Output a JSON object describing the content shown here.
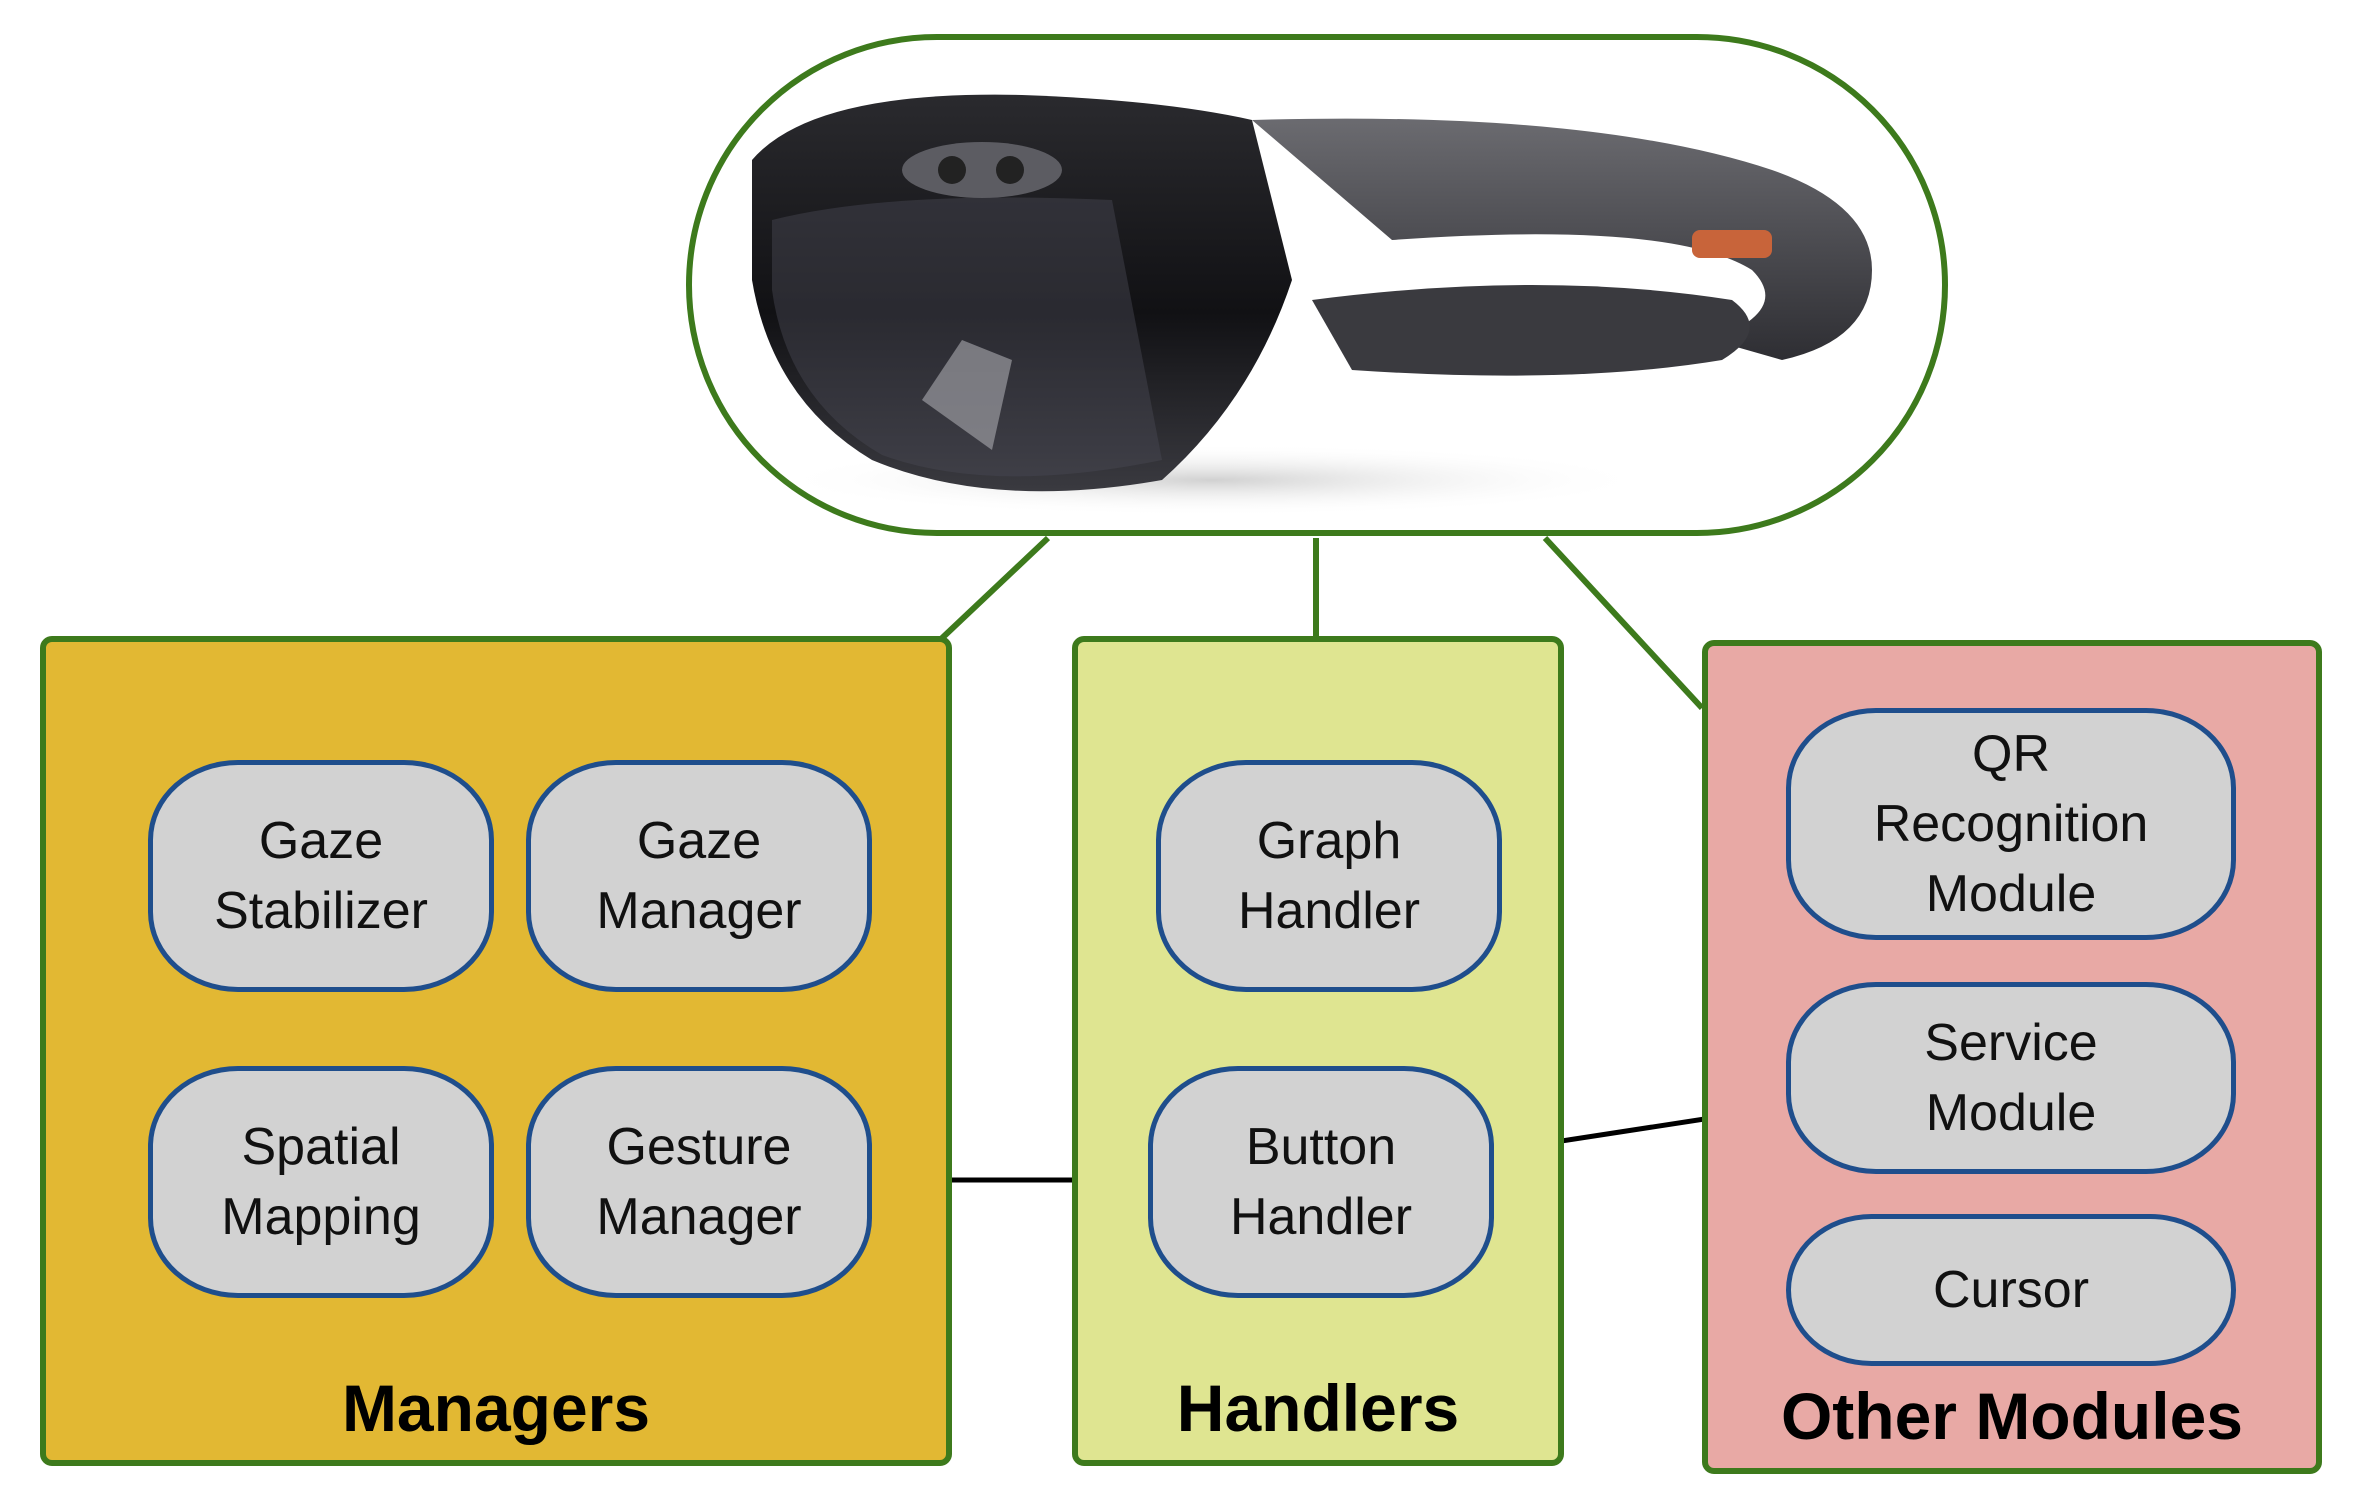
{
  "colors": {
    "border": "#3d7a1c",
    "managers_fill": "#e2b833",
    "handlers_fill": "#dfe591",
    "other_fill": "#e8a9a5",
    "module_fill": "#d2d2d2",
    "module_border": "#1f4e8c"
  },
  "device": {
    "icon": "mixed-reality-headset-icon"
  },
  "groups": {
    "managers": {
      "title": "Managers",
      "modules": [
        {
          "line1": "Gaze",
          "line2": "Stabilizer"
        },
        {
          "line1": "Gaze",
          "line2": "Manager"
        },
        {
          "line1": "Spatial",
          "line2": "Mapping"
        },
        {
          "line1": "Gesture",
          "line2": "Manager"
        }
      ]
    },
    "handlers": {
      "title": "Handlers",
      "modules": [
        {
          "line1": "Graph",
          "line2": "Handler"
        },
        {
          "line1": "Button",
          "line2": "Handler"
        }
      ]
    },
    "other": {
      "title": "Other Modules",
      "modules": [
        {
          "line1": "QR",
          "line2": "Recognition",
          "line3": "Module"
        },
        {
          "line1": "Service",
          "line2": "Module"
        },
        {
          "line1": "Cursor"
        }
      ]
    }
  }
}
